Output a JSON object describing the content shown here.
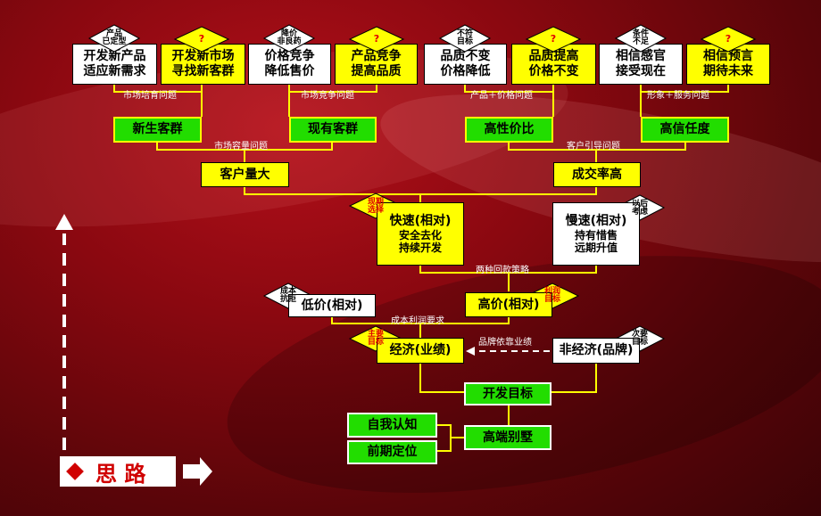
{
  "top_row": [
    {
      "tag": "产品\n已定型",
      "text": [
        "开发新产品",
        "适应新需求"
      ]
    },
    {
      "tag": "?",
      "text": [
        "开发新市场",
        "寻找新客群"
      ]
    },
    {
      "tag": "降价\n非良药",
      "text": [
        "价格竞争",
        "降低售价"
      ]
    },
    {
      "tag": "?",
      "text": [
        "产品竞争",
        "提高品质"
      ]
    },
    {
      "tag": "不符\n目标",
      "text": [
        "品质不变",
        "价格降低"
      ]
    },
    {
      "tag": "?",
      "text": [
        "品质提高",
        "价格不变"
      ]
    },
    {
      "tag": "条件\n不足",
      "text": [
        "相信感官",
        "接受现在"
      ]
    },
    {
      "tag": "?",
      "text": [
        "相信预言",
        "期待未来"
      ]
    }
  ],
  "row1_labels": [
    "市场培育问题",
    "市场竞争问题",
    "产品＋价格问题",
    "形象＋服务问题"
  ],
  "row2_boxes": [
    "新生客群",
    "现有客群",
    "高性价比",
    "高信任度"
  ],
  "row2_labels": [
    "市场容量问题",
    "客户引导问题"
  ],
  "row3_boxes": [
    "客户量大",
    "成交率高"
  ],
  "speed": {
    "fast_title": "快速(相对)",
    "fast_lines": [
      "安全去化",
      "持续开发"
    ],
    "fast_tag": "现期\n选择",
    "slow_title": "慢速(相对)",
    "slow_lines": [
      "持有惜售",
      "远期升值"
    ],
    "slow_tag": "以后\n考虑",
    "label": "两种回款策略"
  },
  "price": {
    "low": "低价(相对)",
    "low_tag": "成本\n抗拒",
    "high": "高价(相对)",
    "high_tag": "利润\n目标",
    "label": "成本利润要求"
  },
  "economy": {
    "left": "经济(业绩)",
    "left_tag": "主要\n目标",
    "right": "非经济(品牌)",
    "right_tag": "次要\n目标",
    "label": "品牌依靠业绩"
  },
  "goal": "开发目标",
  "base": {
    "left1": "自我认知",
    "left2": "前期定位",
    "right": "高端别墅"
  },
  "footer": {
    "title": "思 路"
  },
  "colors": {
    "yellow": "#ffff00",
    "green": "#22dd00",
    "red_dark": "#5a0509"
  }
}
